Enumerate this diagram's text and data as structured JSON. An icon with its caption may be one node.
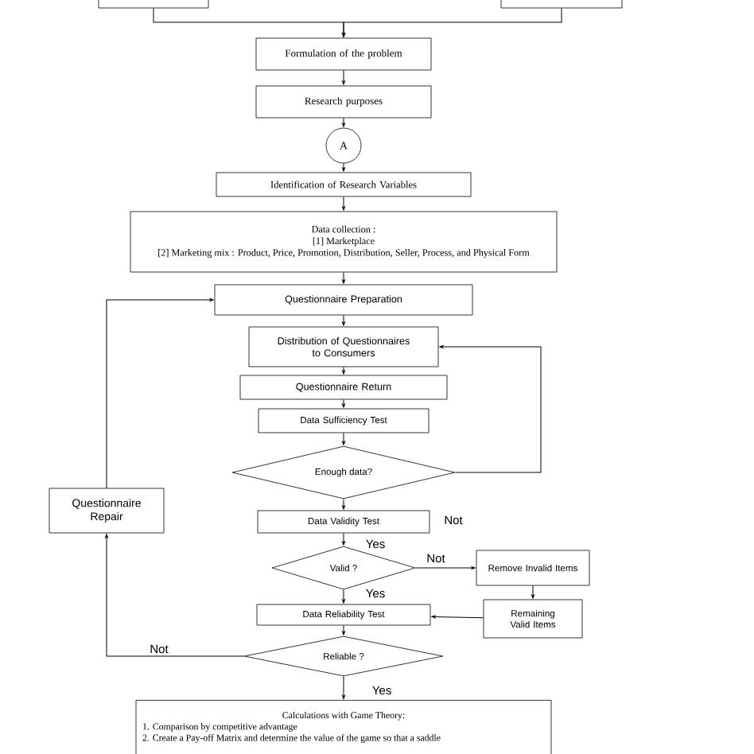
{
  "diagram": {
    "nodes": [
      {
        "text": [],
        "shape": "box"
      },
      {
        "text": [],
        "shape": "box"
      },
      {
        "text": [
          "Formulation of the problem"
        ]
      },
      {
        "text": [
          "Research purposes"
        ]
      },
      {
        "text": [
          "A"
        ]
      },
      {
        "text": [
          "Identification of Research Variables"
        ]
      },
      {
        "text": [
          "Data collection :",
          "[1] Marketplace",
          "[2] Marketing mix : Product, Price, Promotion, Distribution, Seller, Process, and Physical Form"
        ]
      },
      {
        "text": [
          "Questionnaire Preparation"
        ]
      },
      {
        "text": [
          "Distribution of Questionnaires to Consumers"
        ]
      },
      {
        "text": [
          "Questionnaire Return"
        ]
      },
      {
        "text": [
          "Data Sufficiency Test"
        ]
      },
      {
        "text": [
          "Enough data?"
        ]
      },
      {
        "text": [
          "Data Validity Test"
        ]
      },
      {
        "text": [
          "Valid ?"
        ]
      },
      {
        "text": [
          "Remove Invalid Items"
        ]
      },
      {
        "text": [
          "Remaining Valid Items"
        ]
      },
      {
        "text": [
          "Data Reliability Test"
        ]
      },
      {
        "text": [
          "Reliable ?"
        ]
      },
      {
        "text": [
          "Calculations with Game Theory:",
          "1. Comparison by competitive advantage",
          "2. Create a Pay-off Matrix and determine the value of the game so that a saddle"
        ]
      },
      {
        "text": [
          "Questionnaire Repair"
        ]
      }
    ],
    "edges": [
      {
        "from": 0,
        "to": 2,
        "arrow": "to"
      },
      {
        "from": 1,
        "to": 2,
        "arrow": "to"
      },
      {
        "from": 2,
        "to": 3,
        "arrow": "to"
      },
      {
        "from": 3,
        "to": 4,
        "arrow": "to"
      },
      {
        "from": 4,
        "to": 5,
        "arrow": "to"
      },
      {
        "from": 5,
        "to": 6,
        "arrow": "to"
      },
      {
        "from": 6,
        "to": 7,
        "arrow": "to"
      },
      {
        "from": 7,
        "to": 8,
        "arrow": "to"
      },
      {
        "from": 8,
        "to": 9,
        "arrow": "to"
      },
      {
        "from": 9,
        "to": 10,
        "arrow": "to"
      },
      {
        "from": 10,
        "to": 11,
        "arrow": "to"
      },
      {
        "from": 11,
        "to": 12,
        "arrow": "to"
      },
      {
        "from": 11,
        "to": 8,
        "arrow": "to"
      },
      {
        "from": 12,
        "to": 13,
        "arrow": "to",
        "label": "Yes"
      },
      {
        "from": 13,
        "to": 14,
        "arrow": "to",
        "label": "Not"
      },
      {
        "from": 14,
        "to": 15,
        "arrow": "to"
      },
      {
        "from": 15,
        "to": 16,
        "arrow": "to"
      },
      {
        "from": 13,
        "to": 16,
        "arrow": "to",
        "label": "Yes"
      },
      {
        "from": 16,
        "to": 17,
        "arrow": "to"
      },
      {
        "from": 17,
        "to": 19,
        "arrow": "to",
        "label": "Not"
      },
      {
        "from": 17,
        "to": 18,
        "arrow": "to",
        "label": "Yes"
      },
      {
        "from": 19,
        "to": 7,
        "arrow": "to"
      }
    ],
    "labels": [
      "Not"
    ]
  }
}
